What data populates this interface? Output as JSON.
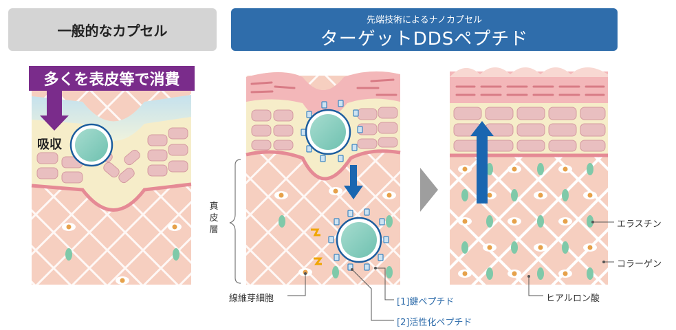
{
  "left_header": {
    "title": "一般的なカプセル"
  },
  "right_header": {
    "subtitle": "先端技術によるナノカプセル",
    "title": "ターゲットDDSペプチド"
  },
  "left_panel": {
    "consume_label": "多くを表皮等で消費",
    "absorb_label": "吸収"
  },
  "dermis_label": "真皮層",
  "annotations": {
    "fibroblast": "線維芽細胞",
    "key_peptide": "[1]鍵ペプチド",
    "activation_peptide": "[2]活性化ペプチド",
    "elastin": "エラスチン",
    "collagen": "コラーゲン",
    "hyaluronic_acid": "ヒアルロン酸"
  },
  "colors": {
    "header_blue": "#2f6dab",
    "header_gray": "#d4d4d4",
    "consume_purple": "#7a2c8b",
    "capsule_teal": "#86cfc0",
    "dermis_pink": "#f6cfc0",
    "arrow_blue": "#1a66b0"
  }
}
